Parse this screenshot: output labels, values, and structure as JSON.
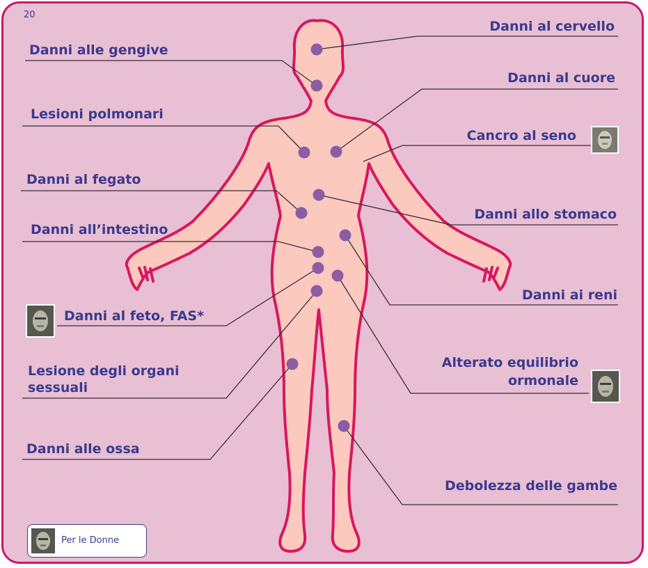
{
  "page_number": "20",
  "labels": {
    "brain": "Danni al cervello",
    "gums": "Danni alle gengive",
    "heart": "Danni al cuore",
    "lungs": "Lesioni polmonari",
    "breast": "Cancro al seno",
    "liver": "Danni al fegato",
    "stomach": "Danni allo stomaco",
    "intestine": "Danni all’intestino",
    "kidneys": "Danni ai reni",
    "fetus": "Danni al feto, FAS*",
    "sex_organs_1": "Lesione degli organi",
    "sex_organs_2": "sessuali",
    "hormones_1": "Alterato equilibrio",
    "hormones_2": "ormonale",
    "bones": "Danni alle ossa",
    "legs": "Debolezza delle gambe"
  },
  "legend": {
    "label": "Per le Donne",
    "icon": "woman-face-icon"
  },
  "colors": {
    "background": "#e9bfd4",
    "border": "#c8176e",
    "body_fill": "#fbc9bd",
    "body_outline": "#d8175f",
    "dot": "#8b5da4",
    "text": "#3a3a8e"
  }
}
